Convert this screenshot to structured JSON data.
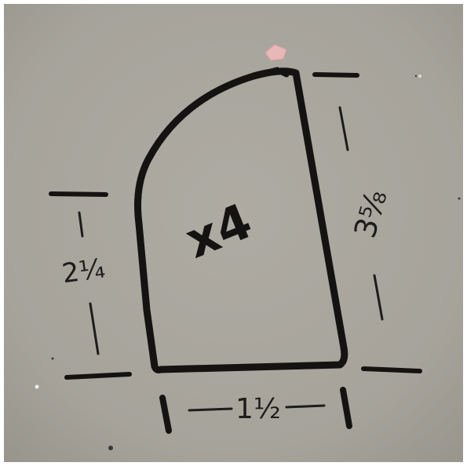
{
  "sketch": {
    "quantity_label": "x4",
    "dimensions": {
      "height_left": "2¼",
      "height_right": "3⅝",
      "width_bottom": "1½"
    },
    "colors": {
      "cardboard": "#a8a59d",
      "marker": "#141312",
      "paper_scrap": "#e8b8b8"
    }
  }
}
